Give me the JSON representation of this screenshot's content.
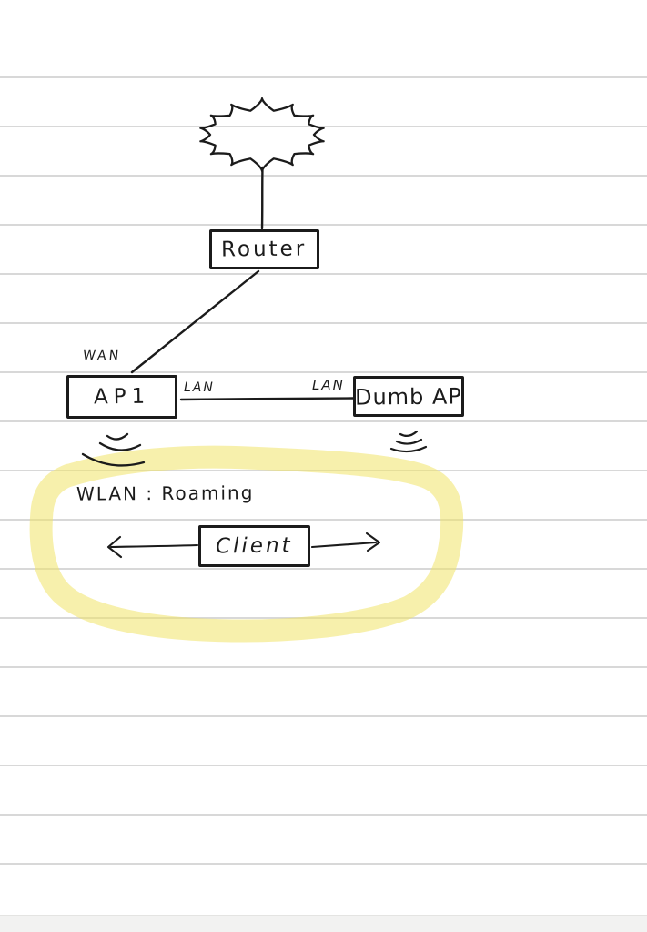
{
  "page": {
    "kind": "handwritten-network-diagram-on-ruled-paper",
    "colors": {
      "ink": "#1b1b1b",
      "rule_line": "#d8d8d8",
      "highlighter": "#f0e468",
      "paper": "#ffffff",
      "footer_strip": "#f2f2f1"
    }
  },
  "diagram": {
    "icons": {
      "cloud": "internet-cloud-sketch",
      "wifi_ap1": "wifi-waves",
      "wifi_dumb_ap": "wifi-waves",
      "highlight": "yellow-highlighter-loop",
      "roaming_left": "left-arrow",
      "roaming_right": "right-arrow"
    },
    "nodes": {
      "router": {
        "label": "Router"
      },
      "ap1": {
        "label": "AP1"
      },
      "dumb_ap": {
        "label": "Dumb AP"
      },
      "client": {
        "label": "Client"
      }
    },
    "edge_labels": {
      "wan": "WAN",
      "lan_left": "LAN",
      "lan_right": "LAN"
    },
    "annotation": {
      "wlan_roaming": "WLAN : Roaming"
    }
  }
}
